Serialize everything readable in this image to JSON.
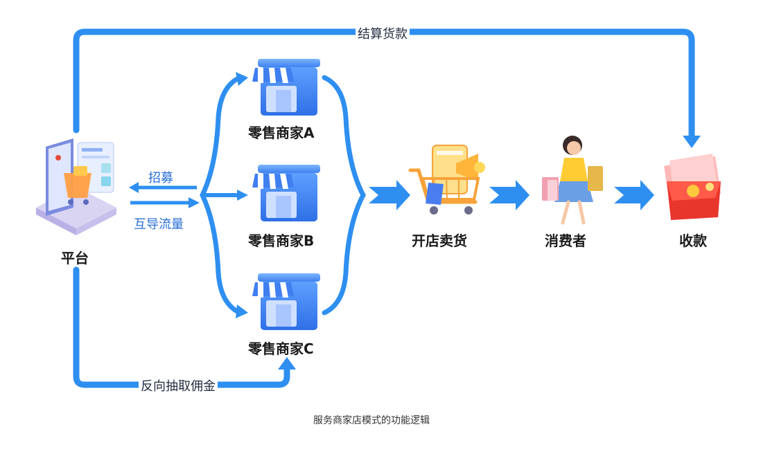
{
  "nodes": {
    "platform": "平台",
    "merchant_a": "零售商家A",
    "merchant_b": "零售商家B",
    "merchant_c": "零售商家C",
    "open_store": "开店卖货",
    "consumer": "消费者",
    "receive": "收款"
  },
  "edges": {
    "settle": "结算货款",
    "recruit": "招募",
    "traffic": "互导流量",
    "commission": "反向抽取佣金"
  },
  "caption": "服务商家店模式的功能逻辑",
  "colors": {
    "flow_blue": "#2e8ff0",
    "store_blue": "#3d7ff2",
    "awning_stripe": "#ffffff",
    "cart_orange": "#f7a23a",
    "money_red": "#e8362d"
  }
}
